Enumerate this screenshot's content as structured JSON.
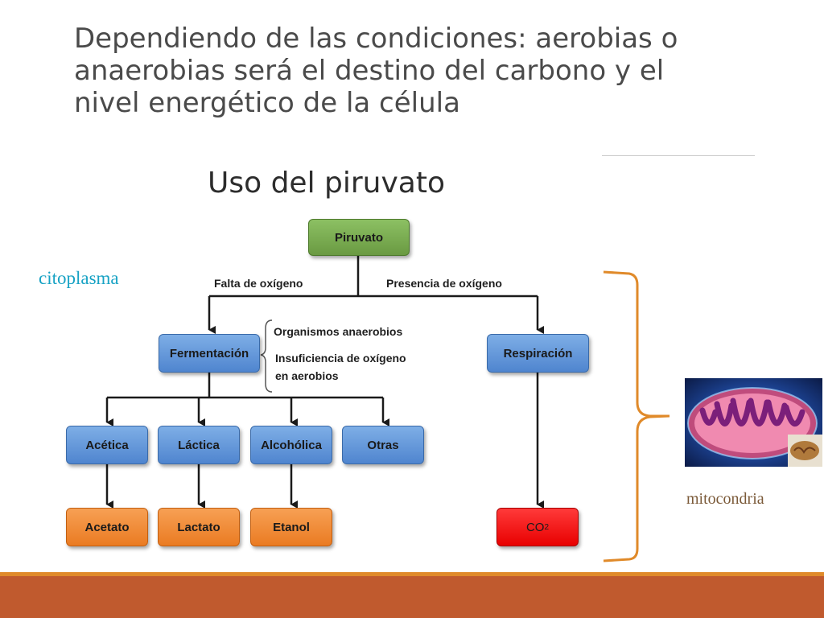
{
  "slide": {
    "title_lines": [
      "Dependiendo de las condiciones: aerobias o",
      "anaerobias será el destino del carbono y el",
      "nivel energético de la célula"
    ],
    "left_label": "citoplasma",
    "right_label": "mitocondria"
  },
  "diagram": {
    "title": "Uso del piruvato",
    "root": "Piruvato",
    "edge_left": "Falta de oxígeno",
    "edge_right": "Presencia de oxígeno",
    "fermentation": "Fermentación",
    "respiration": "Respiración",
    "note_line1": "Organismos anaerobios",
    "note_line2": "Insuficiencia de oxígeno",
    "note_line3": "en aerobios",
    "types": [
      "Acética",
      "Láctica",
      "Alcohólica",
      "Otras"
    ],
    "products": [
      "Acetato",
      "Lactato",
      "Etanol"
    ],
    "co2_main": "CO",
    "co2_sub": "2"
  },
  "colors": {
    "root": "#7aad52",
    "process": "#5b8fd6",
    "product": "#f08c34",
    "co2": "#ff1a1a",
    "bracket": "#e08a2a",
    "footer": "#c05a2e"
  }
}
